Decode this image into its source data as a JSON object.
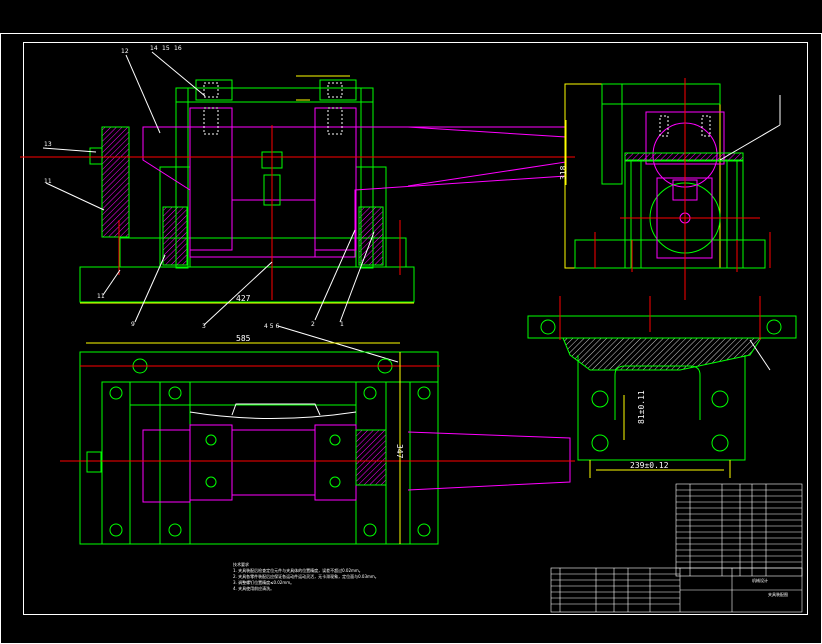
{
  "drawing": {
    "dimensions": {
      "overall_width": "585",
      "inner_length": "427",
      "right_height": "347",
      "side_height": "318",
      "slot_vertical": "81±0.11",
      "slot_horizontal": "239±0.12"
    },
    "balloons": {
      "n11": "11",
      "n12": "12",
      "n9": "9",
      "n3": "3",
      "n2": "2",
      "n1": "1",
      "n13": "13",
      "n14": "14",
      "n15": "15",
      "n16": "16",
      "n456": "4 5 6"
    },
    "notes_title": "技术要求",
    "notes": [
      "1. 夹具装配后检查定位元件与夹具体的位置精度，误差不超过0.02mm。",
      "2. 夹具各零件装配后应保证各运动件运动灵活，无卡滞现象，定位面与0.03mm。",
      "3. 调整螺钉位置精度≤0.02mm。",
      "4. 夹具使用前应清洗。"
    ],
    "title_block": {
      "drawing_name": "夹具装配图",
      "school": "机械设计"
    }
  },
  "colors": {
    "frame": "#ffffff",
    "outline": "#00ff00",
    "part": "#ff00ff",
    "centerline": "#ff0000",
    "dimension": "#ffff00",
    "hatch": "#ff00ff",
    "bg": "#000000"
  }
}
